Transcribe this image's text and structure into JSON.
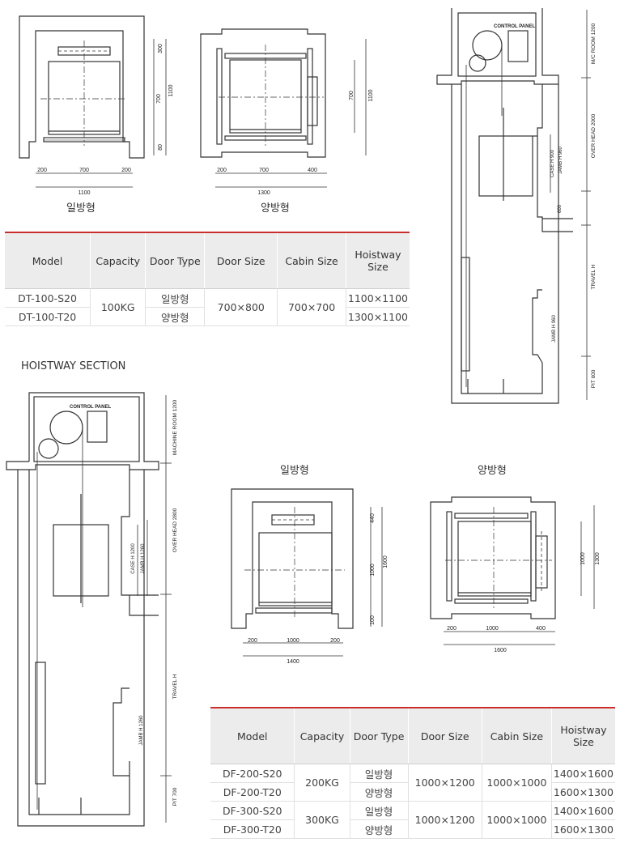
{
  "small": {
    "plan1_label": "일방형",
    "plan2_label": "양방형",
    "plan1_dims": {
      "w_left": "200",
      "w_door": "700",
      "w_right": "200",
      "w_total": "1100",
      "v_top": "300",
      "v_mid": "700",
      "v_bot": "80",
      "v_total": "1100"
    },
    "plan2_dims": {
      "w_left": "200",
      "w_door": "700",
      "w_right": "400",
      "w_total": "1300",
      "v_mid": "700",
      "v_total": "1100"
    },
    "section": {
      "panel": "CONTROL PANEL",
      "mc_room": "M/C ROOM 1200",
      "overhead": "OVER HEAD 2000",
      "case": "CASE H 900",
      "jamb": "JAMB H 960",
      "gap": "600",
      "travel": "TRAVEL H",
      "jamb2": "JAMB H 960",
      "pit": "PIT 600"
    },
    "table": {
      "headers": [
        "Model",
        "Capacity",
        "Door Type",
        "Door Size",
        "Cabin Size",
        "Hoistway Size"
      ],
      "rows": [
        {
          "model": "DT-100-S20",
          "capacity": "100KG",
          "door_type": "일방형",
          "door_size": "700×800",
          "cabin_size": "700×700",
          "hoistway": "1100×1100"
        },
        {
          "model": "DT-100-T20",
          "door_type": "양방형",
          "hoistway": "1300×1100"
        }
      ]
    }
  },
  "large": {
    "section_title": "HOISTWAY SECTION",
    "section": {
      "panel": "CONTROL PANEL",
      "mc_room": "MACHINE ROOM 1200",
      "overhead": "OVER HEAD 2800",
      "case": "CASE H 1200",
      "jamb": "JAMB H 1260",
      "travel": "TRAVEL H",
      "jamb2": "JAMB H 1260",
      "pit": "PIT 700"
    },
    "plan1_label": "일방형",
    "plan2_label": "양방형",
    "plan1_dims": {
      "w_left": "200",
      "w_door": "1000",
      "w_right": "200",
      "w_total": "1400",
      "v_top": "440",
      "v_mid": "1000",
      "v_bot": "100",
      "v_total": "1600"
    },
    "plan2_dims": {
      "w_left": "200",
      "w_door": "1000",
      "w_right": "400",
      "w_total": "1600",
      "v_mid": "1000",
      "v_total": "1300"
    },
    "table": {
      "headers": [
        "Model",
        "Capacity",
        "Door Type",
        "Door Size",
        "Cabin Size",
        "Hoistway Size"
      ],
      "rows": [
        {
          "model": "DF-200-S20",
          "capacity": "200KG",
          "door_type": "일방형",
          "door_size": "1000×1200",
          "cabin_size": "1000×1000",
          "hoistway": "1400×1600"
        },
        {
          "model": "DF-200-T20",
          "door_type": "양방형",
          "hoistway": "1600×1300"
        },
        {
          "model": "DF-300-S20",
          "capacity": "300KG",
          "door_type": "일방형",
          "door_size": "1000×1200",
          "cabin_size": "1000×1000",
          "hoistway": "1400×1600"
        },
        {
          "model": "DF-300-T20",
          "door_type": "양방형",
          "hoistway": "1600×1300"
        }
      ]
    }
  }
}
